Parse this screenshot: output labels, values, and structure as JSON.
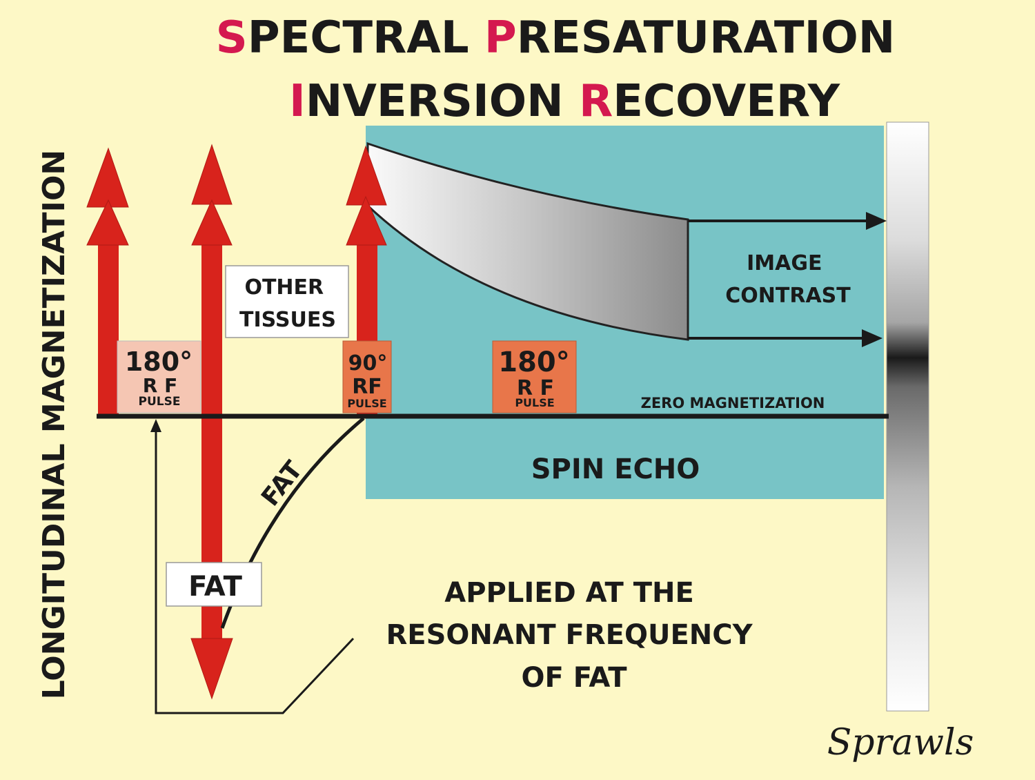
{
  "title": {
    "line1": [
      {
        "text": "S",
        "accent": true
      },
      {
        "text": "PECTRAL ",
        "accent": false
      },
      {
        "text": "P",
        "accent": true
      },
      {
        "text": "RESATURATION",
        "accent": false
      }
    ],
    "line2": [
      {
        "text": "I",
        "accent": true
      },
      {
        "text": "NVERSION ",
        "accent": false
      },
      {
        "text": "R",
        "accent": true
      },
      {
        "text": "ECOVERY",
        "accent": false
      }
    ]
  },
  "y_axis_label": "LONGITUDINAL MAGNETIZATION",
  "labels": {
    "other_tissues": [
      "OTHER",
      "TISSUES"
    ],
    "fat_box": "FAT",
    "fat_curve": "FAT",
    "image_contrast": [
      "IMAGE",
      "CONTRAST"
    ],
    "zero_magnetization": "ZERO MAGNETIZATION",
    "spin_echo": "SPIN ECHO",
    "applied_note": [
      "APPLIED AT THE",
      "RESONANT FREQUENCY",
      "OF FAT"
    ],
    "signature": "Sprawls"
  },
  "pulses": {
    "inversion": {
      "angle": "180°",
      "rf": "R F",
      "pulse": "PULSE"
    },
    "excitation": {
      "angle": "90°",
      "rf": "RF",
      "pulse": "PULSE"
    },
    "refocus": {
      "angle": "180°",
      "rf": "R F",
      "pulse": "PULSE"
    }
  },
  "colors": {
    "background": "#fdf8c6",
    "accent": "#d4194f",
    "arrow_red": "#d8231c",
    "panel_teal": "#78c4c6",
    "pulse_pink": "#f5c6b3",
    "pulse_orange": "#e8764a",
    "text": "#1a1a1a"
  }
}
